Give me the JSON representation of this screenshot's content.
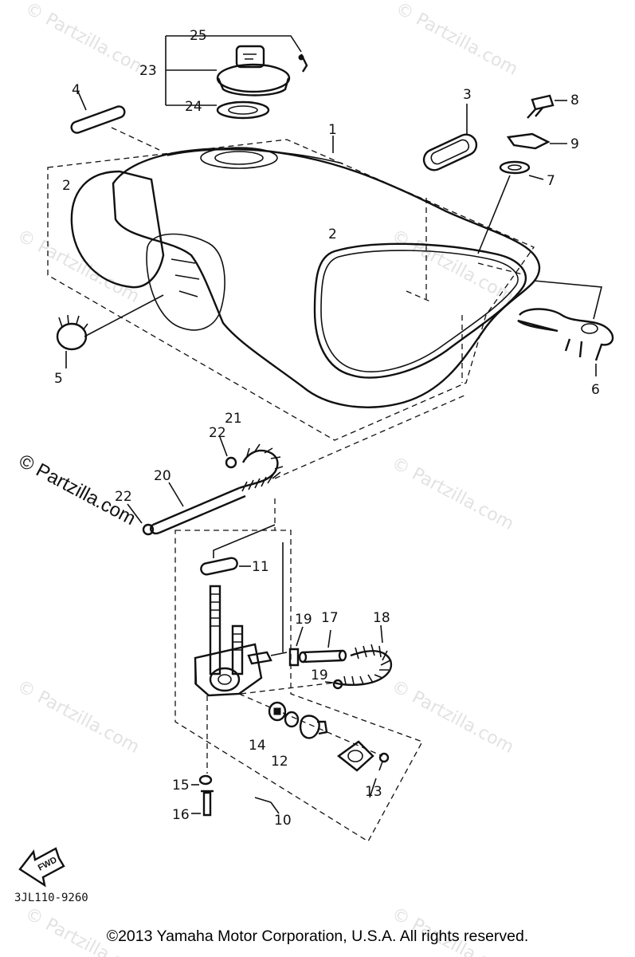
{
  "watermark": {
    "text": "© Partzilla.com",
    "faded_text": "© Partzilla.com"
  },
  "labels": {
    "p1": "1",
    "p2a": "2",
    "p2b": "2",
    "p3": "3",
    "p4": "4",
    "p5": "5",
    "p6": "6",
    "p7": "7",
    "p8": "8",
    "p9": "9",
    "p10": "10",
    "p11": "11",
    "p12": "12",
    "p13": "13",
    "p14": "14",
    "p15": "15",
    "p16": "16",
    "p17": "17",
    "p18": "18",
    "p19a": "19",
    "p19b": "19",
    "p20": "20",
    "p21": "21",
    "p22a": "22",
    "p22b": "22",
    "p23": "23",
    "p24": "24",
    "p25": "25"
  },
  "fwd_label": "FWD",
  "diagram_code": "3JL110-9260",
  "copyright": "©2013  Yamaha Motor Corporation, U.S.A. All rights reserved.",
  "colors": {
    "ink": "#111111",
    "watermark": "#e2e2e2"
  }
}
